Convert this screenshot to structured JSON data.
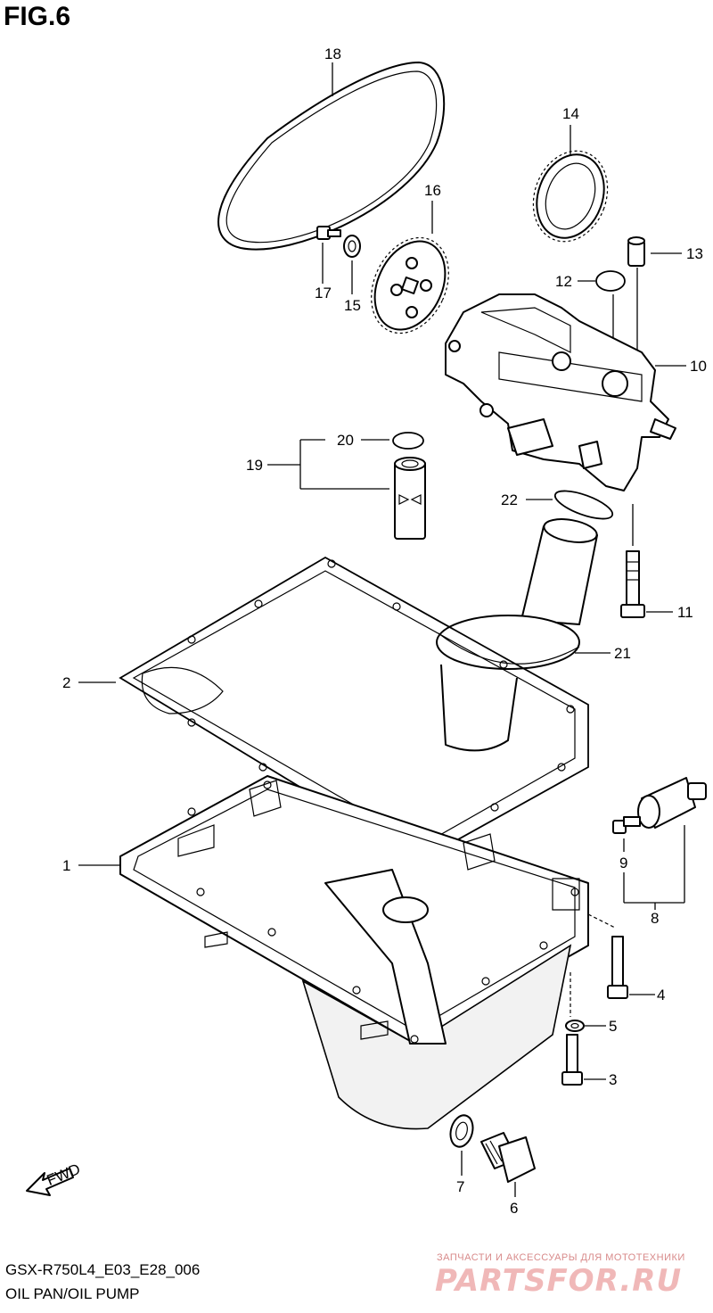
{
  "figure": {
    "title": "FIG.6",
    "code": "GSX-R750L4_E03_E28_006",
    "name": "OIL PAN/OIL PUMP"
  },
  "callouts": [
    "18",
    "14",
    "16",
    "13",
    "17",
    "15",
    "12",
    "10",
    "20",
    "19",
    "22",
    "11",
    "21",
    "2",
    "9",
    "1",
    "8",
    "4",
    "5",
    "3",
    "7",
    "6"
  ],
  "fwd_label": "FWD",
  "watermark": {
    "line1": "ЗАПЧАСТИ И АКСЕССУАРЫ ДЛЯ МОТОТЕХНИКИ",
    "line2": "PARTSFOR.RU",
    "color": "#e8a0a0"
  }
}
